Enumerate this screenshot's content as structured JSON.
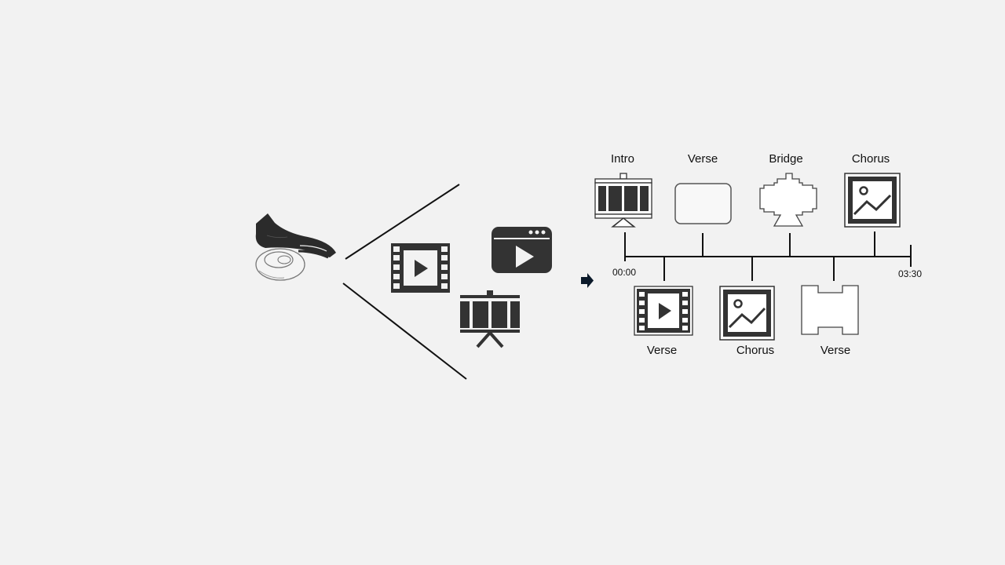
{
  "colors": {
    "background": "#f2f2f2",
    "icon_fill": "#333333",
    "line": "#111111",
    "outline": "#555555"
  },
  "input_device": {
    "icon": "hand-on-mouse-icon"
  },
  "media_types": [
    {
      "icon": "film-strip-play-icon"
    },
    {
      "icon": "video-player-window-icon"
    },
    {
      "icon": "projector-screen-icon"
    }
  ],
  "arrow": {
    "icon": "right-arrow-icon"
  },
  "timeline": {
    "start": "00:00",
    "end": "03:30",
    "top_segments": [
      {
        "label": "Intro",
        "icon": "projector-screen-icon"
      },
      {
        "label": "Verse",
        "icon": "blank-rounded-panel"
      },
      {
        "label": "Bridge",
        "icon": "projector-outline-icon"
      },
      {
        "label": "Chorus",
        "icon": "image-frame-icon"
      }
    ],
    "bottom_segments": [
      {
        "label": "Verse",
        "icon": "film-strip-play-icon"
      },
      {
        "label": "Chorus",
        "icon": "image-frame-icon"
      },
      {
        "label": "Verse",
        "icon": "film-strip-outline-icon"
      }
    ]
  }
}
